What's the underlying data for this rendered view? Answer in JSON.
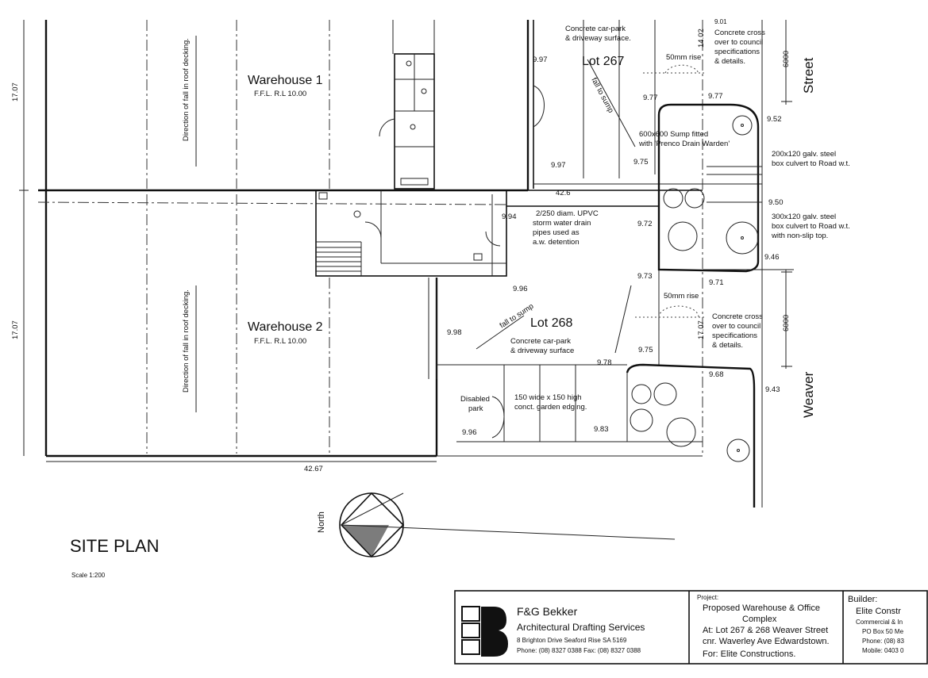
{
  "drawing": {
    "title": "SITE PLAN",
    "scale": "Scale 1:200",
    "north_label": "North"
  },
  "buildings": [
    {
      "name": "Warehouse 1",
      "ffl": "F.F.L. R.L 10.00",
      "fall_note": "Direction of fall in roof decking."
    },
    {
      "name": "Warehouse 2",
      "ffl": "F.F.L. R.L 10.00",
      "fall_note": "Direction of fall in roof decking."
    }
  ],
  "lots": [
    {
      "name": "Lot 267",
      "surface_line1": "Concrete car-park",
      "surface_line2": "& driveway surface.",
      "fall": "fall to sump"
    },
    {
      "name": "Lot 268",
      "surface_line1": "Concrete car-park",
      "surface_line2": "& driveway surface",
      "fall": "fall to sump"
    }
  ],
  "streets": {
    "street": "Street",
    "weaver": "Weaver"
  },
  "dimensions": {
    "left_upper": "17.07",
    "left_lower": "17.07",
    "bottom": "42.67",
    "mid": "42.6",
    "right_upper": "14.02",
    "right_lower": "17.07",
    "crossover_upper": "6000",
    "crossover_lower": "6000",
    "top_partial": "9.01"
  },
  "levels": {
    "l1": "9.97",
    "l2": "9.97",
    "l3": "9.77",
    "l4": "9.77",
    "l5": "9.52",
    "l6": "9.75",
    "l7": "9.50",
    "l8": "9.94",
    "l9": "9.72",
    "l10": "9.46",
    "l11": "9.73",
    "l12": "9.71",
    "l13": "9.96",
    "l14": "9.98",
    "l15": "9.75",
    "l16": "9.78",
    "l17": "9.68",
    "l18": "9.43",
    "l19": "9.96",
    "l20": "9.83"
  },
  "notes": {
    "rise1": "50mm rise",
    "rise2": "50mm rise",
    "cross1_l1": "Concrete cross",
    "cross1_l2": "over to council",
    "cross1_l3": "specifications",
    "cross1_l4": "& details.",
    "cross2_l1": "Concrete cross",
    "cross2_l2": "over to council",
    "cross2_l3": "specifications",
    "cross2_l4": "& details.",
    "sump_l1": "600x600 Sump fitted",
    "sump_l2": "with 'Prenco Drain Warden'",
    "culvert1_l1": "200x120 galv. steel",
    "culvert1_l2": "box culvert to Road w.t.",
    "culvert2_l1": "300x120 galv. steel",
    "culvert2_l2": "box culvert to Road w.t.",
    "culvert2_l3": "with non-slip top.",
    "pvc_l1": "2/250 diam. UPVC",
    "pvc_l2": "storm water drain",
    "pvc_l3": "pipes used as",
    "pvc_l4": "a.w. detention",
    "disabled_l1": "Disabled",
    "disabled_l2": "park",
    "edging_l1": "150 wide x 150 high",
    "edging_l2": "conct. garden edging."
  },
  "titleblock": {
    "firm": "F&G Bekker",
    "service": "Architectural Drafting Services",
    "address": "8 Brighton Drive Seaford Rise SA 5169",
    "phone": "Phone: (08) 8327 0388  Fax: (08) 8327 0388",
    "project_heading": "Project:",
    "project_l1": "Proposed Warehouse & Office",
    "project_l2": "Complex",
    "project_l3": "At: Lot 267 & 268 Weaver Street",
    "project_l4": "cnr. Waverley Ave Edwardstown.",
    "project_l5": "For: Elite Constructions.",
    "builder_heading": "Builder:",
    "builder_l1": "Elite Constr",
    "builder_l2": "Commercial & In",
    "builder_l3": "PO Box 50 Me",
    "builder_l4": "Phone: (08) 83",
    "builder_l5": "Mobile: 0403 0"
  }
}
